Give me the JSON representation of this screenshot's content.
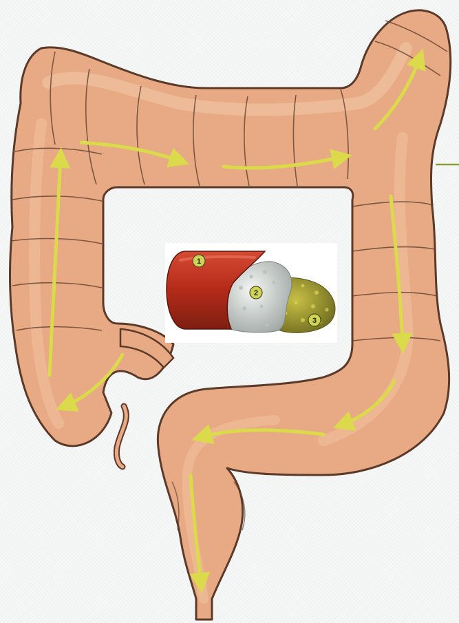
{
  "colors": {
    "background": "#f6f7f7",
    "colon_fill": "#e7aa84",
    "colon_dark": "#c98a66",
    "colon_outline": "#5b3a29",
    "colon_highlight": "#f3c8a7",
    "arrow": "#dada4a",
    "pointer_line": "#8aa034",
    "capsule_red": "#c7331f",
    "capsule_dark": "#7d1f12",
    "mesh_white": "#e4e8e6",
    "mesh_yellow": "#a9a23a",
    "badge_fill": "#cfd457"
  },
  "capsule": {
    "layers": [
      {
        "number": "1"
      },
      {
        "number": "2"
      },
      {
        "number": "3"
      }
    ]
  },
  "icons": {
    "flow_arrows": "arrow-icon",
    "pointer": "pointer-line"
  }
}
